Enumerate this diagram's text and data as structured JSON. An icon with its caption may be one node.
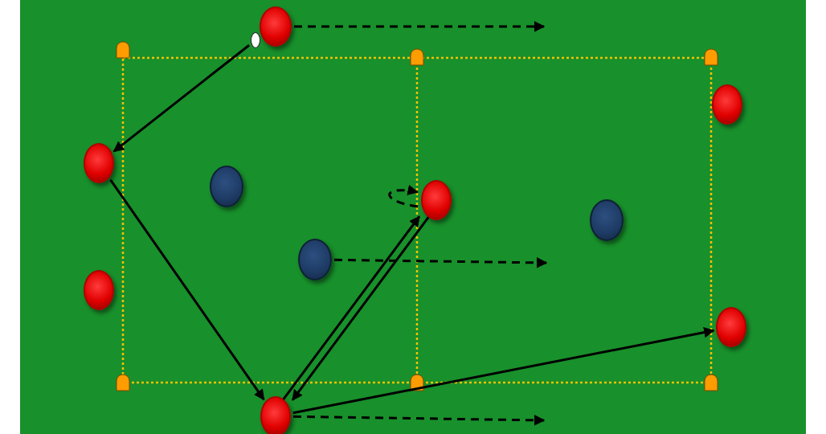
{
  "diagram": {
    "nodes": [
      {
        "text": [],
        "shape": "circle"
      },
      {
        "text": [],
        "shape": "circle"
      },
      {
        "text": [],
        "shape": "circle"
      },
      {
        "text": [],
        "shape": "circle"
      },
      {
        "text": [],
        "shape": "circle"
      },
      {
        "text": [],
        "shape": "circle"
      },
      {
        "text": [],
        "shape": "circle"
      },
      {
        "text": [],
        "shape": "circle"
      },
      {
        "text": [],
        "shape": "circle"
      },
      {
        "text": [],
        "shape": "circle"
      },
      {
        "text": [],
        "shape": "circle"
      }
    ],
    "edges": [
      {
        "from": 1,
        "to": 3,
        "arrow": "to"
      },
      {
        "from": 3,
        "to": 10,
        "arrow": "to"
      },
      {
        "from": 10,
        "to": 5,
        "arrow": "to"
      },
      {
        "from": 5,
        "to": 10,
        "arrow": "to"
      },
      {
        "from": 10,
        "to": 9,
        "arrow": "to"
      },
      {
        "from": 0,
        "to": null,
        "arrow": "to",
        "style": "dashed"
      },
      {
        "from": 7,
        "to": null,
        "arrow": "to",
        "style": "dashed"
      },
      {
        "from": 10,
        "to": null,
        "arrow": "to",
        "style": "dashed"
      },
      {
        "from": null,
        "to": 5,
        "arrow": "to",
        "style": "dashed"
      }
    ]
  }
}
